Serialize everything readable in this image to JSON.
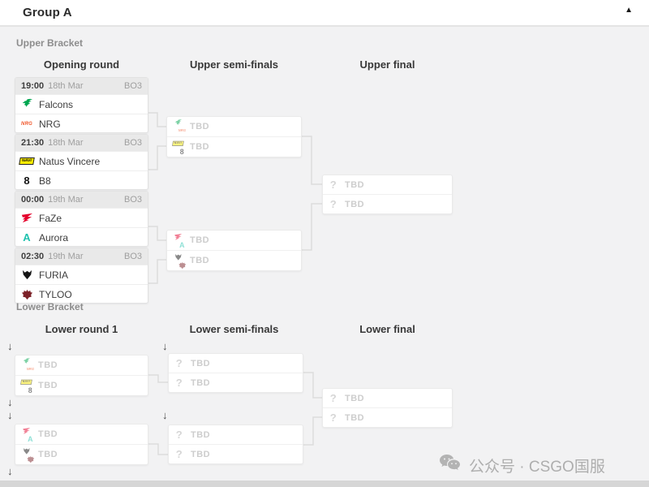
{
  "header": {
    "title": "Group A"
  },
  "glyphs": {
    "collapse": "▲",
    "drop_arrow": "↓",
    "tbd_icon": "?",
    "nrg": "NRG",
    "navi": "NAVI",
    "b8": "8",
    "aurora": "A"
  },
  "upper_bracket": {
    "label": "Upper Bracket",
    "columns": [
      "Opening round",
      "Upper semi-finals",
      "Upper final"
    ],
    "matches": [
      {
        "time": "19:00",
        "date": "18th Mar",
        "format": "BO3",
        "team1": "Falcons",
        "team2": "NRG"
      },
      {
        "time": "21:30",
        "date": "18th Mar",
        "format": "BO3",
        "team1": "Natus Vincere",
        "team2": "B8"
      },
      {
        "time": "00:00",
        "date": "19th Mar",
        "format": "BO3",
        "team1": "FaZe",
        "team2": "Aurora"
      },
      {
        "time": "02:30",
        "date": "19th Mar",
        "format": "BO3",
        "team1": "FURIA",
        "team2": "TYLOO"
      }
    ],
    "semi_finals": [
      {
        "slot1": "TBD",
        "slot2": "TBD"
      },
      {
        "slot1": "TBD",
        "slot2": "TBD"
      }
    ],
    "final": {
      "slot1": "TBD",
      "slot2": "TBD"
    }
  },
  "lower_bracket": {
    "label": "Lower Bracket",
    "columns": [
      "Lower round 1",
      "Lower semi-finals",
      "Lower final"
    ],
    "round1": [
      {
        "slot1": "TBD",
        "slot2": "TBD"
      },
      {
        "slot1": "TBD",
        "slot2": "TBD"
      }
    ],
    "semi_finals": [
      {
        "slot1": "TBD",
        "slot2": "TBD"
      },
      {
        "slot1": "TBD",
        "slot2": "TBD"
      }
    ],
    "final": {
      "slot1": "TBD",
      "slot2": "TBD"
    }
  },
  "watermark": {
    "text": "公众号 · CSGO国服"
  },
  "colors": {
    "page_bg": "#f2f2f3",
    "card_header_bg": "#e9e9e9",
    "connector": "#dcdcdc",
    "falcons_green": "#00a650",
    "nrg_orange": "#f0562a",
    "navi_yellow": "#ffef00",
    "faze_red": "#e4002b",
    "aurora_teal": "#1fc2ae",
    "furia_black": "#151515",
    "tyloo_red": "#7c2128"
  }
}
